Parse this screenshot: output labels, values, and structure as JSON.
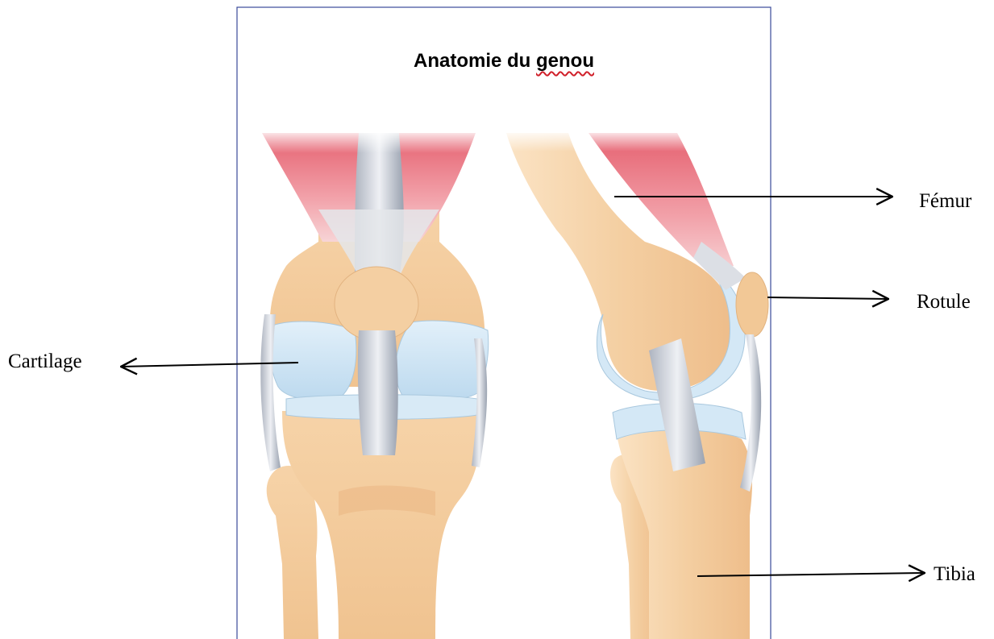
{
  "title": {
    "prefix": "Anatomie du ",
    "spellcheck_word": "genou",
    "spellcheck_color": "#d0202a"
  },
  "labels": {
    "femur": "Fémur",
    "rotule": "Rotule",
    "cartilage": "Cartilage",
    "tibia": "Tibia"
  },
  "colors": {
    "frame": "#3a4a9a",
    "bone": "#f2c999",
    "cartilage": "#cfe6f5",
    "muscle": "#e8707c",
    "ligament": "#c8ccd4"
  }
}
